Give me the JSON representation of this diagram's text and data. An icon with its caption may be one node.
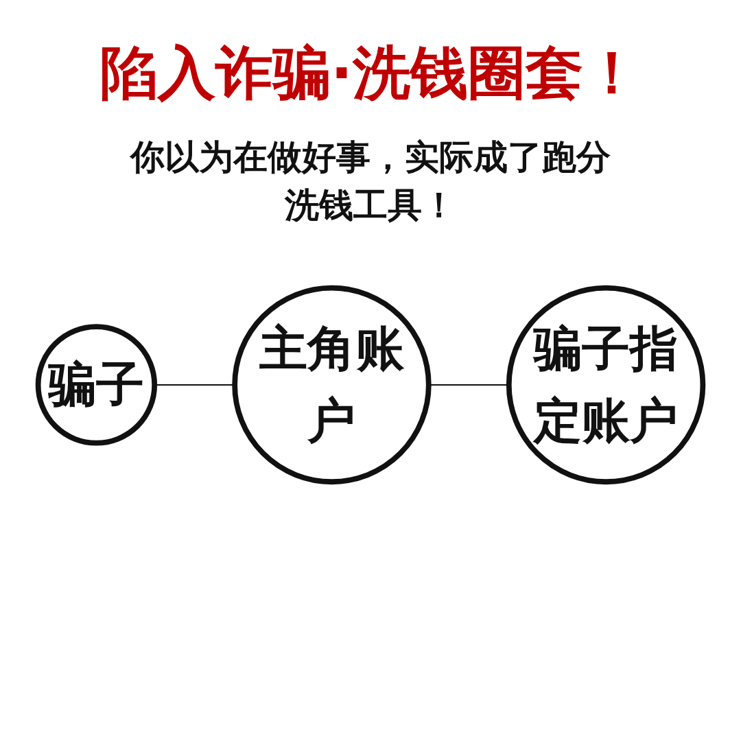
{
  "diagram": {
    "title": "陷入诈骗·洗钱圈套！",
    "nodes": [
      {
        "text": [
          "骗子"
        ]
      },
      {
        "text": [
          "主角账户"
        ]
      },
      {
        "text": [
          "骗子指定账户"
        ]
      }
    ],
    "edges": [
      {
        "from": 0,
        "to": 1,
        "arrow": "none"
      },
      {
        "from": 1,
        "to": 2,
        "arrow": "none"
      }
    ],
    "labels": [
      "你以为在做好事，实际成了跑分洗钱工具！"
    ]
  }
}
